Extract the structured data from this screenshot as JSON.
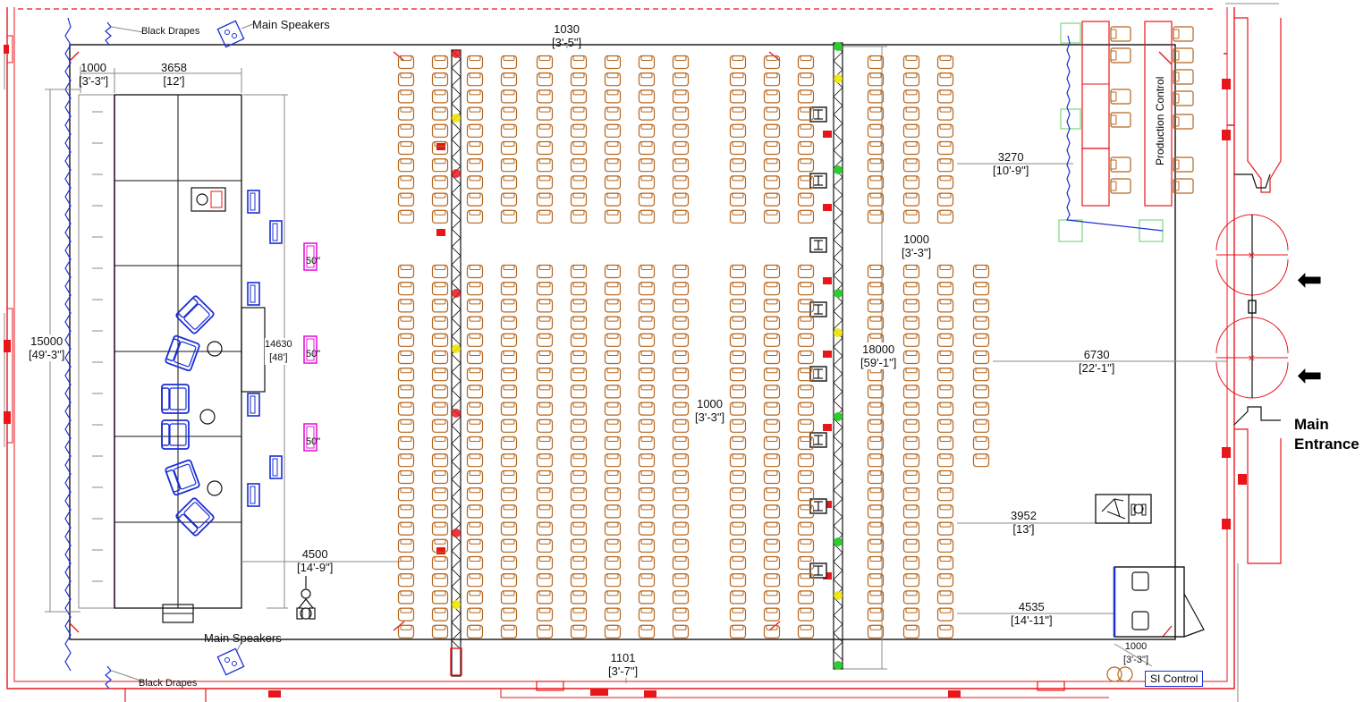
{
  "labels": {
    "black_drapes_top": "Black Drapes",
    "black_drapes_bottom": "Black Drapes",
    "main_speakers_top": "Main Speakers",
    "main_speakers_bottom": "Main Speakers",
    "production_control": "Production Control",
    "si_control": "SI Control",
    "main_entrance_line1": "Main",
    "main_entrance_line2": "Entrance",
    "screen_size_1": "50\"",
    "screen_size_2": "50\"",
    "screen_size_3": "50\""
  },
  "dimensions": [
    {
      "id": "dim-1030",
      "mm": "1030",
      "ft": "[3'-5\"]"
    },
    {
      "id": "dim-1000-stage",
      "mm": "1000",
      "ft": "[3'-3\"]"
    },
    {
      "id": "dim-3658",
      "mm": "3658",
      "ft": "[12']"
    },
    {
      "id": "dim-15000",
      "mm": "15000",
      "ft": "[49'-3\"]"
    },
    {
      "id": "dim-14630",
      "mm": "14630",
      "ft": "[48']"
    },
    {
      "id": "dim-4500",
      "mm": "4500",
      "ft": "[14'-9\"]"
    },
    {
      "id": "dim-1000-center",
      "mm": "1000",
      "ft": "[3'-3\"]"
    },
    {
      "id": "dim-1101",
      "mm": "1101",
      "ft": "[3'-7\"]"
    },
    {
      "id": "dim-18000",
      "mm": "18000",
      "ft": "[59'-1\"]"
    },
    {
      "id": "dim-1000-aisle",
      "mm": "1000",
      "ft": "[3'-3\"]"
    },
    {
      "id": "dim-3270",
      "mm": "3270",
      "ft": "[10'-9\"]"
    },
    {
      "id": "dim-6730",
      "mm": "6730",
      "ft": "[22'-1\"]"
    },
    {
      "id": "dim-3952",
      "mm": "3952",
      "ft": "[13']"
    },
    {
      "id": "dim-4535",
      "mm": "4535",
      "ft": "[14'-11\"]"
    },
    {
      "id": "dim-1000-si",
      "mm": "1000",
      "ft": "[3'-3\"]"
    }
  ],
  "colors": {
    "wall": "#e8161b",
    "chair": "#b5651d",
    "stage_furniture": "#1a2fd6",
    "screen": "#e619d9",
    "truss": "#111111",
    "dimension_line": "#8a8a8a",
    "light_red": "#e8161b",
    "light_yellow": "#f2e600",
    "light_green": "#2ecc2e",
    "control_green": "#7ed67e"
  },
  "icons": [
    "arrow-left-icon",
    "speaker-icon",
    "camera-operator-icon",
    "interpreter-booth-icon"
  ]
}
